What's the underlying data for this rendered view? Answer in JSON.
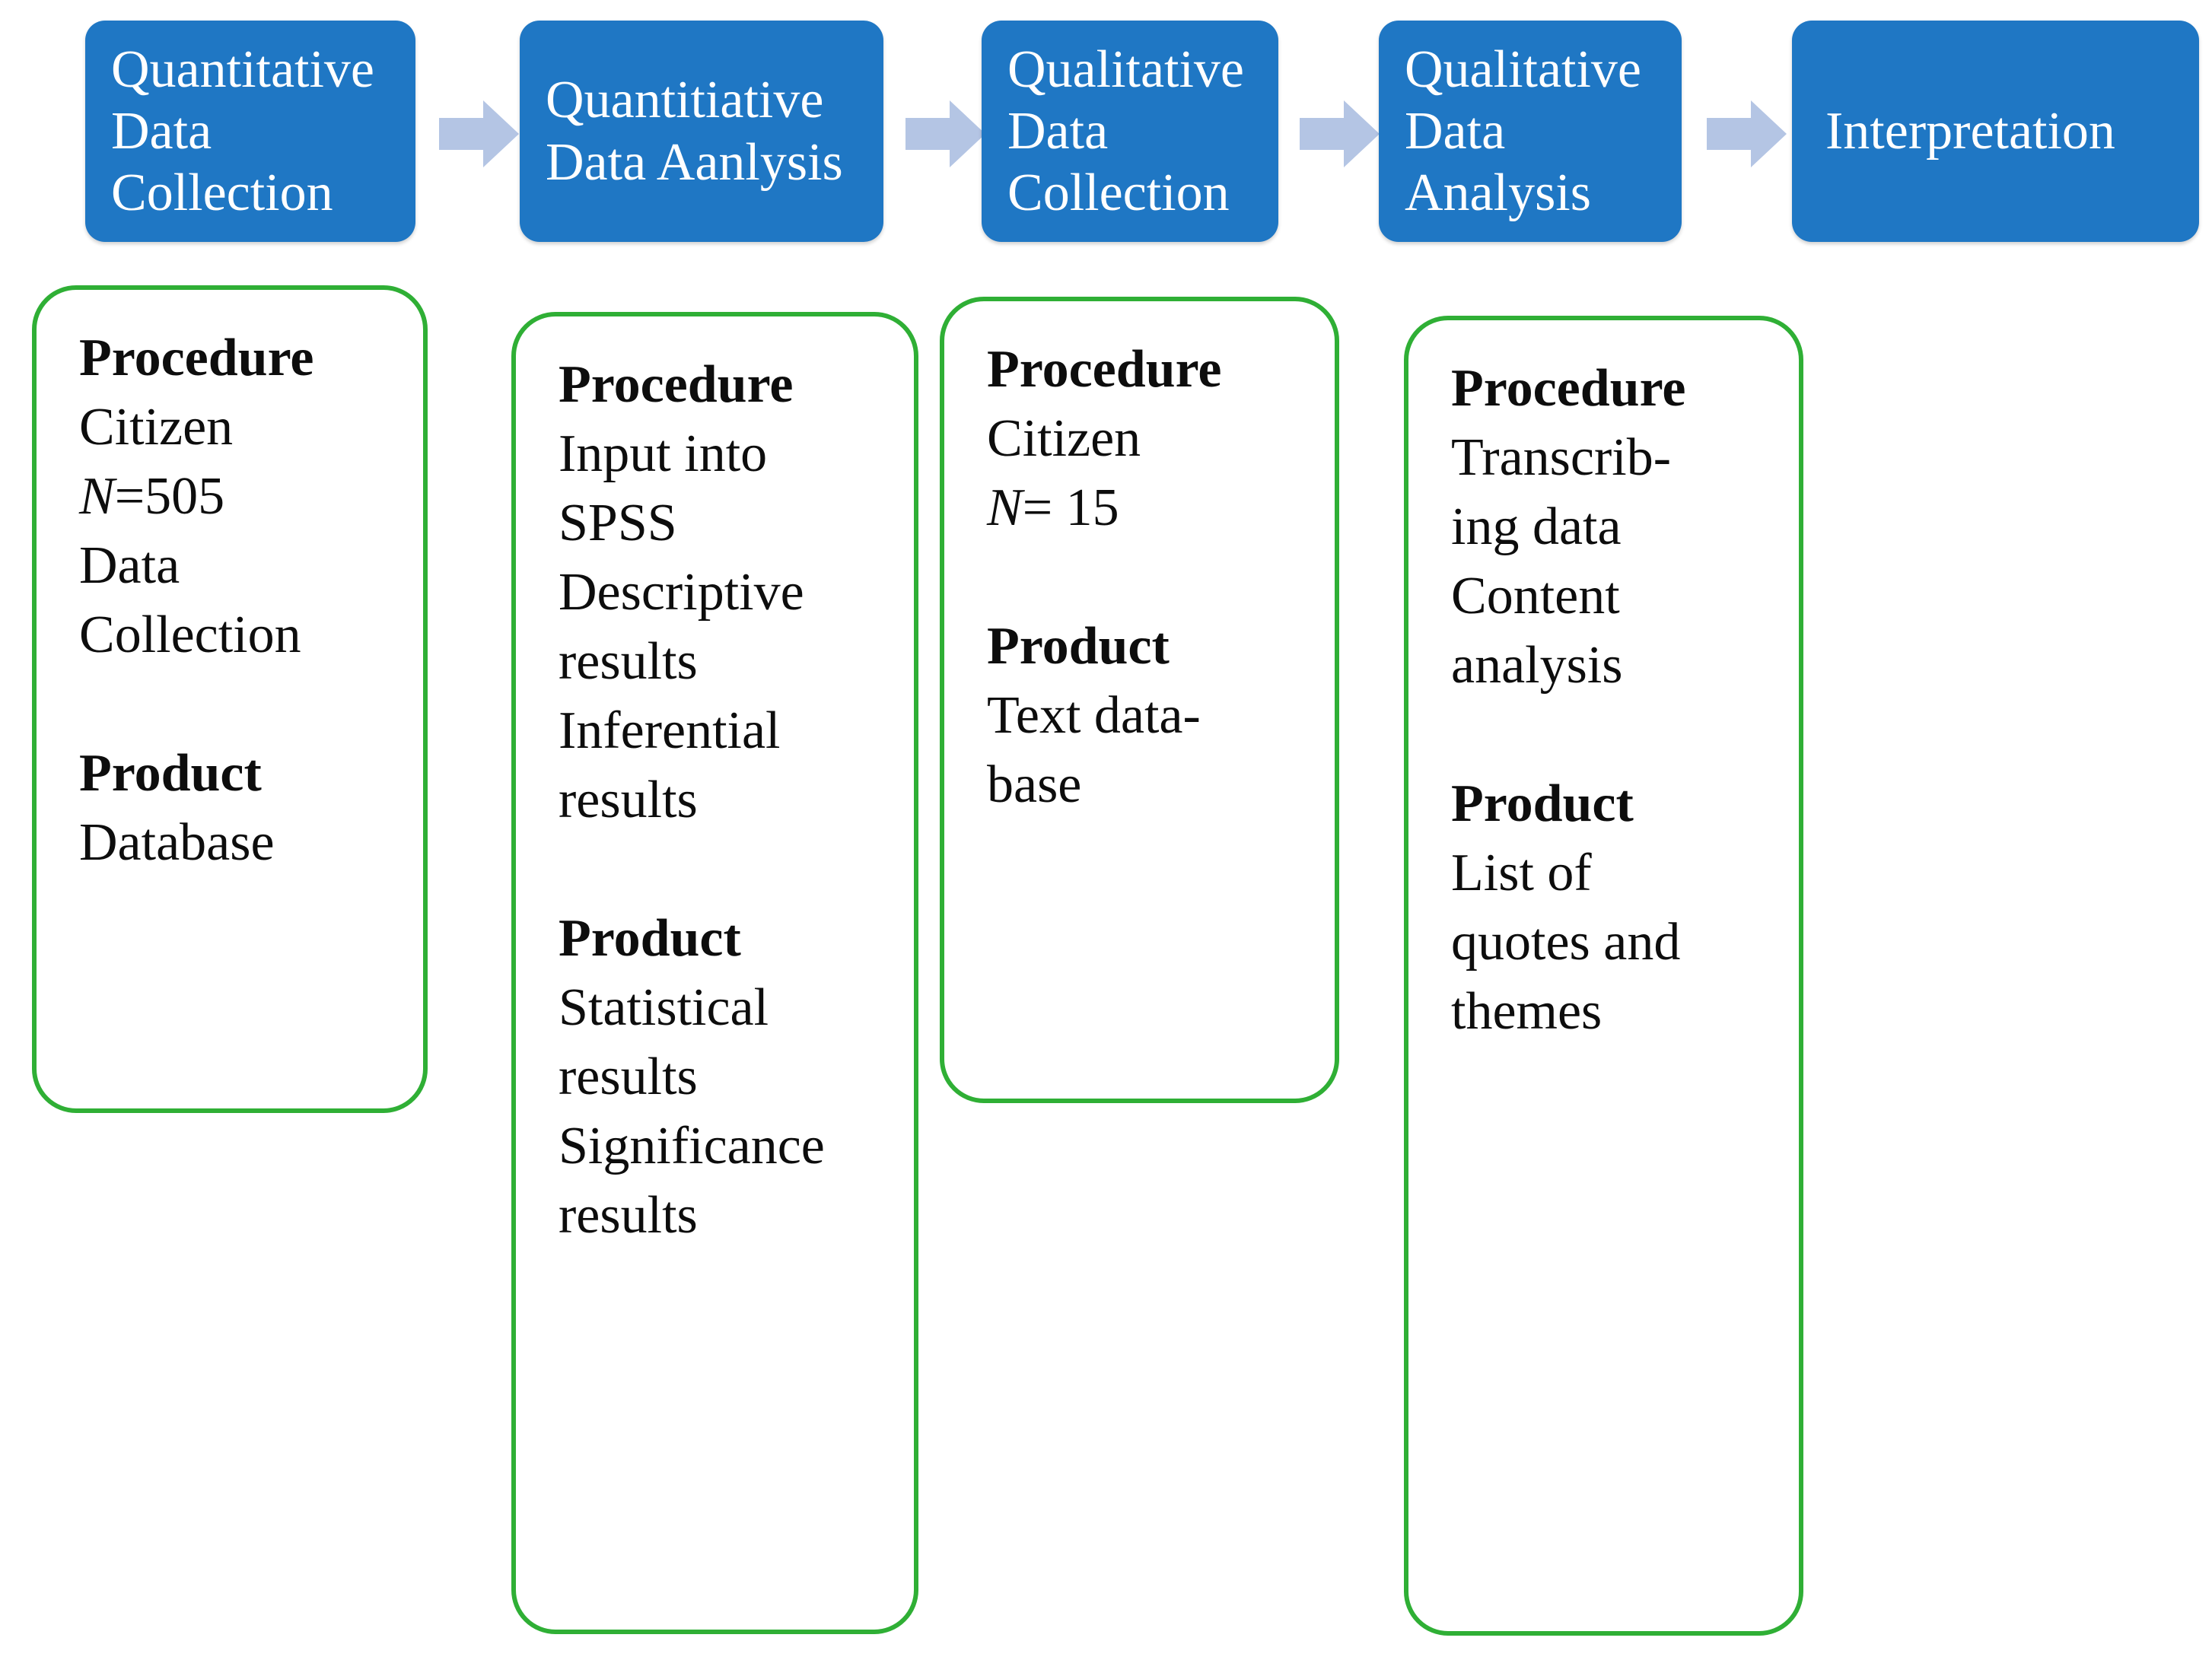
{
  "diagram": {
    "title": "Explanatory sequential mixed methods design flowchart",
    "colors": {
      "stage_fill": "#1f77c4",
      "stage_text": "#ffffff",
      "arrow_fill": "#b4c5e4",
      "detail_border": "#2faf35",
      "detail_text": "#0d0d0d",
      "background": "#ffffff"
    },
    "stages": [
      {
        "id": "quant-data-collection",
        "lines": [
          "Quantitative",
          "Data",
          "Collection"
        ]
      },
      {
        "id": "quant-data-analysis",
        "lines": [
          "Quantitiative",
          "Data Aanlysis"
        ]
      },
      {
        "id": "qual-data-collection",
        "lines": [
          "Qualitative",
          "Data",
          "Collection"
        ]
      },
      {
        "id": "qual-data-analysis",
        "lines": [
          "Qualitative",
          "Data",
          "Analysis"
        ]
      },
      {
        "id": "interpretation",
        "lines": [
          "Interpretation"
        ]
      }
    ],
    "arrows": [
      {
        "id": "arrow-1",
        "glyph": "block-arrow-right"
      },
      {
        "id": "arrow-2",
        "glyph": "block-arrow-right"
      },
      {
        "id": "arrow-3",
        "glyph": "block-arrow-right"
      },
      {
        "id": "arrow-4",
        "glyph": "block-arrow-right"
      }
    ],
    "details": [
      {
        "id": "detail-quant-data-collection",
        "lines": [
          {
            "text": "Procedure",
            "bold": true
          },
          {
            "text": "Citizen",
            "bold": false
          },
          {
            "text": "N=505",
            "bold": false,
            "italic_prefix": "N",
            "rest": "=505"
          },
          {
            "text": "Data",
            "bold": false
          },
          {
            "text": "Collection",
            "bold": false
          },
          {
            "text": "",
            "bold": false,
            "spacer": true
          },
          {
            "text": "Product",
            "bold": true
          },
          {
            "text": "Database",
            "bold": false
          }
        ]
      },
      {
        "id": "detail-quant-data-analysis",
        "lines": [
          {
            "text": "Procedure",
            "bold": true
          },
          {
            "text": "Input into",
            "bold": false
          },
          {
            "text": "SPSS",
            "bold": false
          },
          {
            "text": "Descriptive",
            "bold": false
          },
          {
            "text": "results",
            "bold": false
          },
          {
            "text": "Inferential",
            "bold": false
          },
          {
            "text": "results",
            "bold": false
          },
          {
            "text": "",
            "bold": false,
            "spacer": true
          },
          {
            "text": "Product",
            "bold": true
          },
          {
            "text": "Statistical",
            "bold": false
          },
          {
            "text": "results",
            "bold": false
          },
          {
            "text": "Significance",
            "bold": false
          },
          {
            "text": "results",
            "bold": false
          }
        ]
      },
      {
        "id": "detail-qual-data-collection",
        "lines": [
          {
            "text": "Procedure",
            "bold": true
          },
          {
            "text": "Citizen",
            "bold": false
          },
          {
            "text": "N= 15",
            "bold": false,
            "italic_prefix": "N",
            "rest": "= 15"
          },
          {
            "text": "",
            "bold": false,
            "spacer": true
          },
          {
            "text": "Product",
            "bold": true
          },
          {
            "text": "Text data-",
            "bold": false
          },
          {
            "text": "base",
            "bold": false
          }
        ]
      },
      {
        "id": "detail-qual-data-analysis",
        "lines": [
          {
            "text": "Procedure",
            "bold": true
          },
          {
            "text": "Transcrib-",
            "bold": false
          },
          {
            "text": "ing data",
            "bold": false
          },
          {
            "text": "Content",
            "bold": false
          },
          {
            "text": "analysis",
            "bold": false
          },
          {
            "text": "",
            "bold": false,
            "spacer": true
          },
          {
            "text": "Product",
            "bold": true
          },
          {
            "text": "List of",
            "bold": false
          },
          {
            "text": "quotes and",
            "bold": false
          },
          {
            "text": "themes",
            "bold": false
          }
        ]
      }
    ]
  }
}
